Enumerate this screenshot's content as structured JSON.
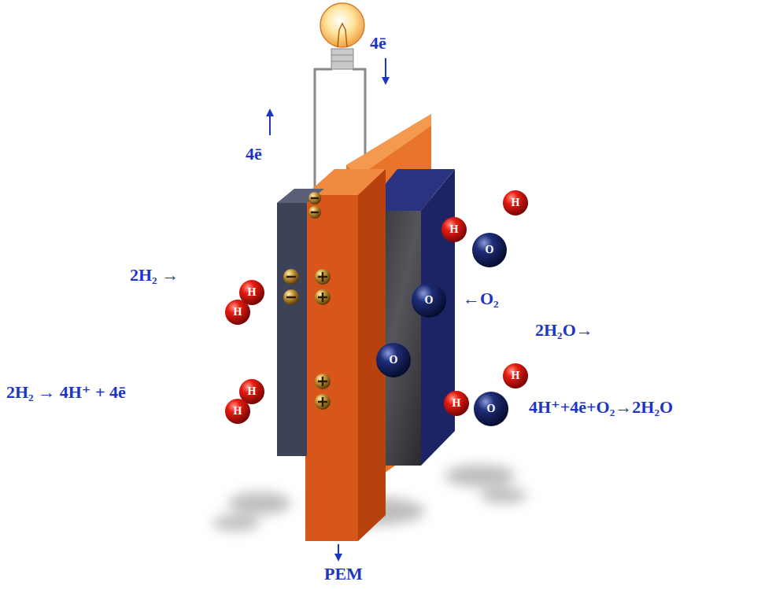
{
  "diagram": {
    "labels": [
      "4ē",
      "4ē",
      "2H₂ →",
      "H",
      "H",
      "2H₂ → 4H⁺ + 4ē",
      "H",
      "H",
      "H",
      "H",
      "O",
      "←O₂",
      "O",
      "O",
      "2H₂O→",
      "H",
      "H",
      "O",
      "4H⁺+4ē+O₂→2H₂O",
      "PEM"
    ]
  }
}
